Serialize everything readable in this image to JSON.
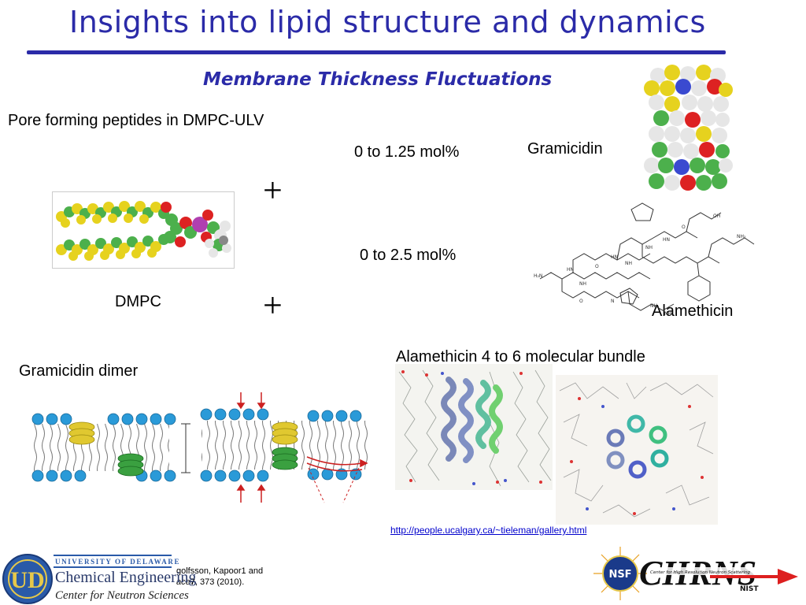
{
  "slide": {
    "title": "Insights into lipid structure and dynamics",
    "subtitle": "Membrane Thickness Fluctuations",
    "intro": "Pore forming peptides in DMPC-ULV",
    "conc_gramicidin": "0 to 1.25 mol%",
    "conc_alamethicin": "0 to 2.5 mol%",
    "plus": "+",
    "label_dmpc": "DMPC",
    "label_gramicidin": "Gramicidin",
    "label_alamethicin": "Alamethicin",
    "label_dimer": "Gramicidin dimer",
    "label_bundle": "Alamethicin 4 to 6 molecular bundle",
    "link": "http://people.ucalgary.ca/~tieleman/gallery.html",
    "ref_line1": "golfsson, Kapoor1 and",
    "ref_line2_italic": "ace",
    "ref_line2_bold": "7",
    "ref_line2_rest": ", 373 (2010)."
  },
  "footer": {
    "university": "UNIVERSITY OF DELAWARE",
    "dept": "Chemical Engineering",
    "center": "Center for Neutron Sciences",
    "ud_letters": "UD",
    "chrns": "CHRNS",
    "nsf": "NSF",
    "chrns_sub": "Center for High Resolution Neutron Scattering",
    "nist": "NIST"
  },
  "colors": {
    "title": "#2b2ba8",
    "carbon": "#4cb04c",
    "hydrogen": "#e6d21e",
    "oxygen": "#dd2222",
    "phosphorus": "#b040b0",
    "lipid_head": "#2a9ad8",
    "helix_yellow": "#e0c830",
    "helix_green": "#3aa040",
    "arrow_red": "#cc2020"
  }
}
